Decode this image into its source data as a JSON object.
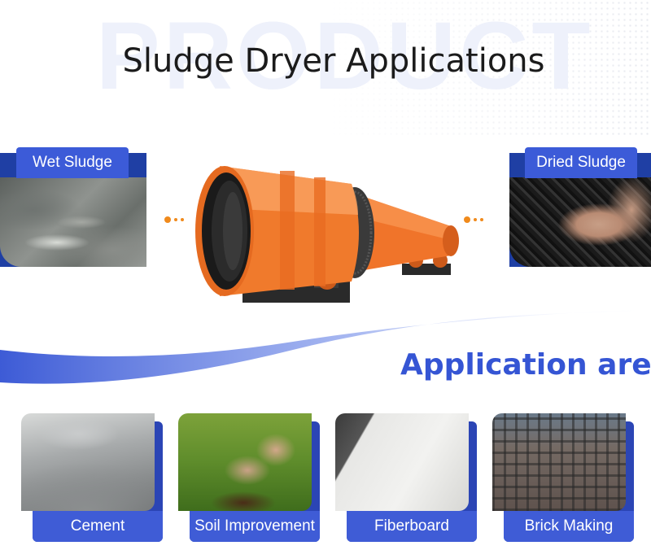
{
  "header": {
    "watermark": "PRODUCT",
    "title": "Sludge Dryer Applications"
  },
  "process": {
    "input_label": "Wet Sludge",
    "output_label": "Dried Sludge",
    "equipment_image": "rotary-drum-dryer",
    "accent_color": "#f08a1c"
  },
  "applications": {
    "heading": "Application area",
    "items": [
      {
        "label": "Cement"
      },
      {
        "label": "Soil Improvement"
      },
      {
        "label": "Fiberboard"
      },
      {
        "label": "Brick Making"
      }
    ]
  },
  "colors": {
    "brand_blue": "#3f5cd6",
    "dark_blue": "#1f3fa4",
    "title_text": "#1b1b1b",
    "heading_blue": "#3555d4"
  }
}
